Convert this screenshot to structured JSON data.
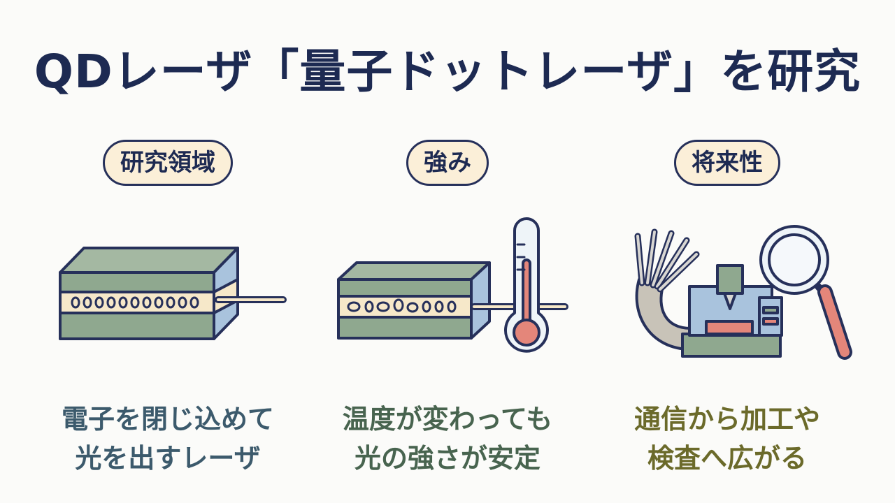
{
  "title": "QDレーザ「量子ドットレーザ」を研究",
  "columns": [
    {
      "label": "研究領域",
      "caption_lines": [
        "電子を閉じ込めて",
        "光を出すレーザ"
      ]
    },
    {
      "label": "強み",
      "caption_lines": [
        "温度が変わっても",
        "光の強さが安定"
      ]
    },
    {
      "label": "将来性",
      "caption_lines": [
        "通信から加工や",
        "検査へ広がる"
      ]
    }
  ],
  "icons": {
    "col1": "laser-chip-icon",
    "col2": "thermometer-chip-icon",
    "col3": "fiber-machine-magnifier-icon"
  },
  "colors": {
    "navy": "#1d2a52",
    "pill_bg": "#fbefd8",
    "chip_green": "#8fa88f",
    "chip_blue": "#a9c3dd",
    "dots_band": "#f6e8c9",
    "red": "#e4867a"
  }
}
